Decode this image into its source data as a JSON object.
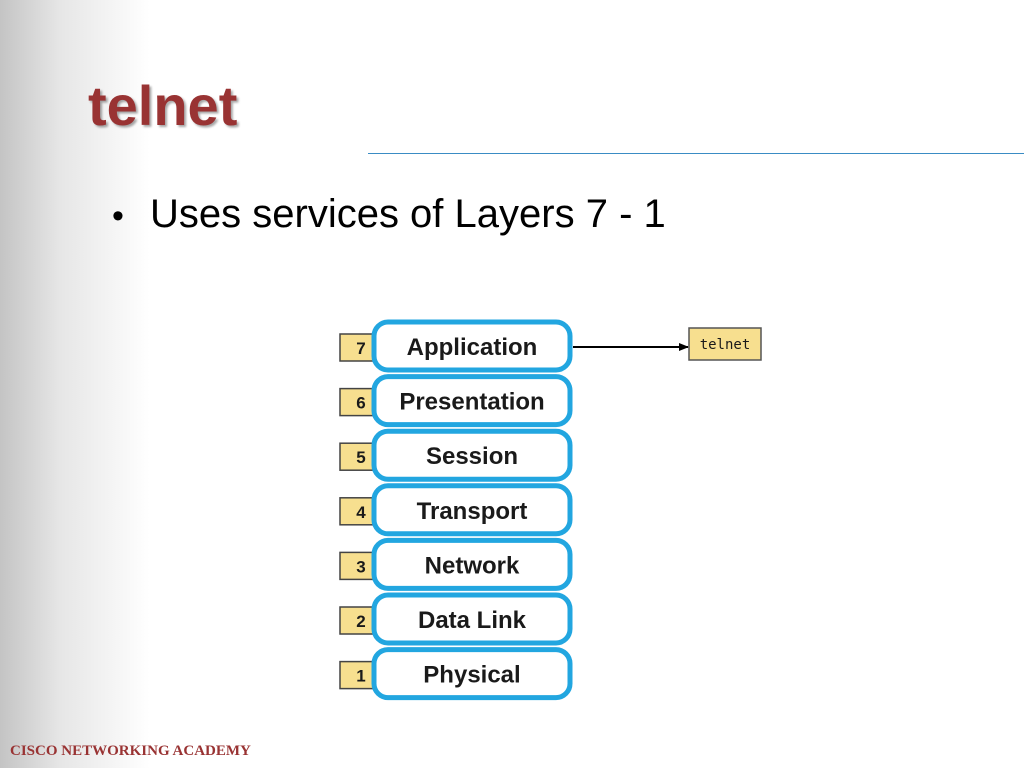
{
  "slide": {
    "title": "telnet",
    "bullets": [
      "Uses services of Layers 7 - 1"
    ],
    "footer": "CISCO NETWORKING ACADEMY"
  },
  "diagram": {
    "layers": [
      {
        "number": "7",
        "name": "Application"
      },
      {
        "number": "6",
        "name": "Presentation"
      },
      {
        "number": "5",
        "name": "Session"
      },
      {
        "number": "4",
        "name": "Transport"
      },
      {
        "number": "3",
        "name": "Network"
      },
      {
        "number": "2",
        "name": "Data Link"
      },
      {
        "number": "1",
        "name": "Physical"
      }
    ],
    "protocol_label": "telnet",
    "colors": {
      "layer_border": "#22a6e0",
      "number_fill": "#f7df8f",
      "protocol_fill": "#f7df8f",
      "text": "#1a1a1a"
    }
  }
}
